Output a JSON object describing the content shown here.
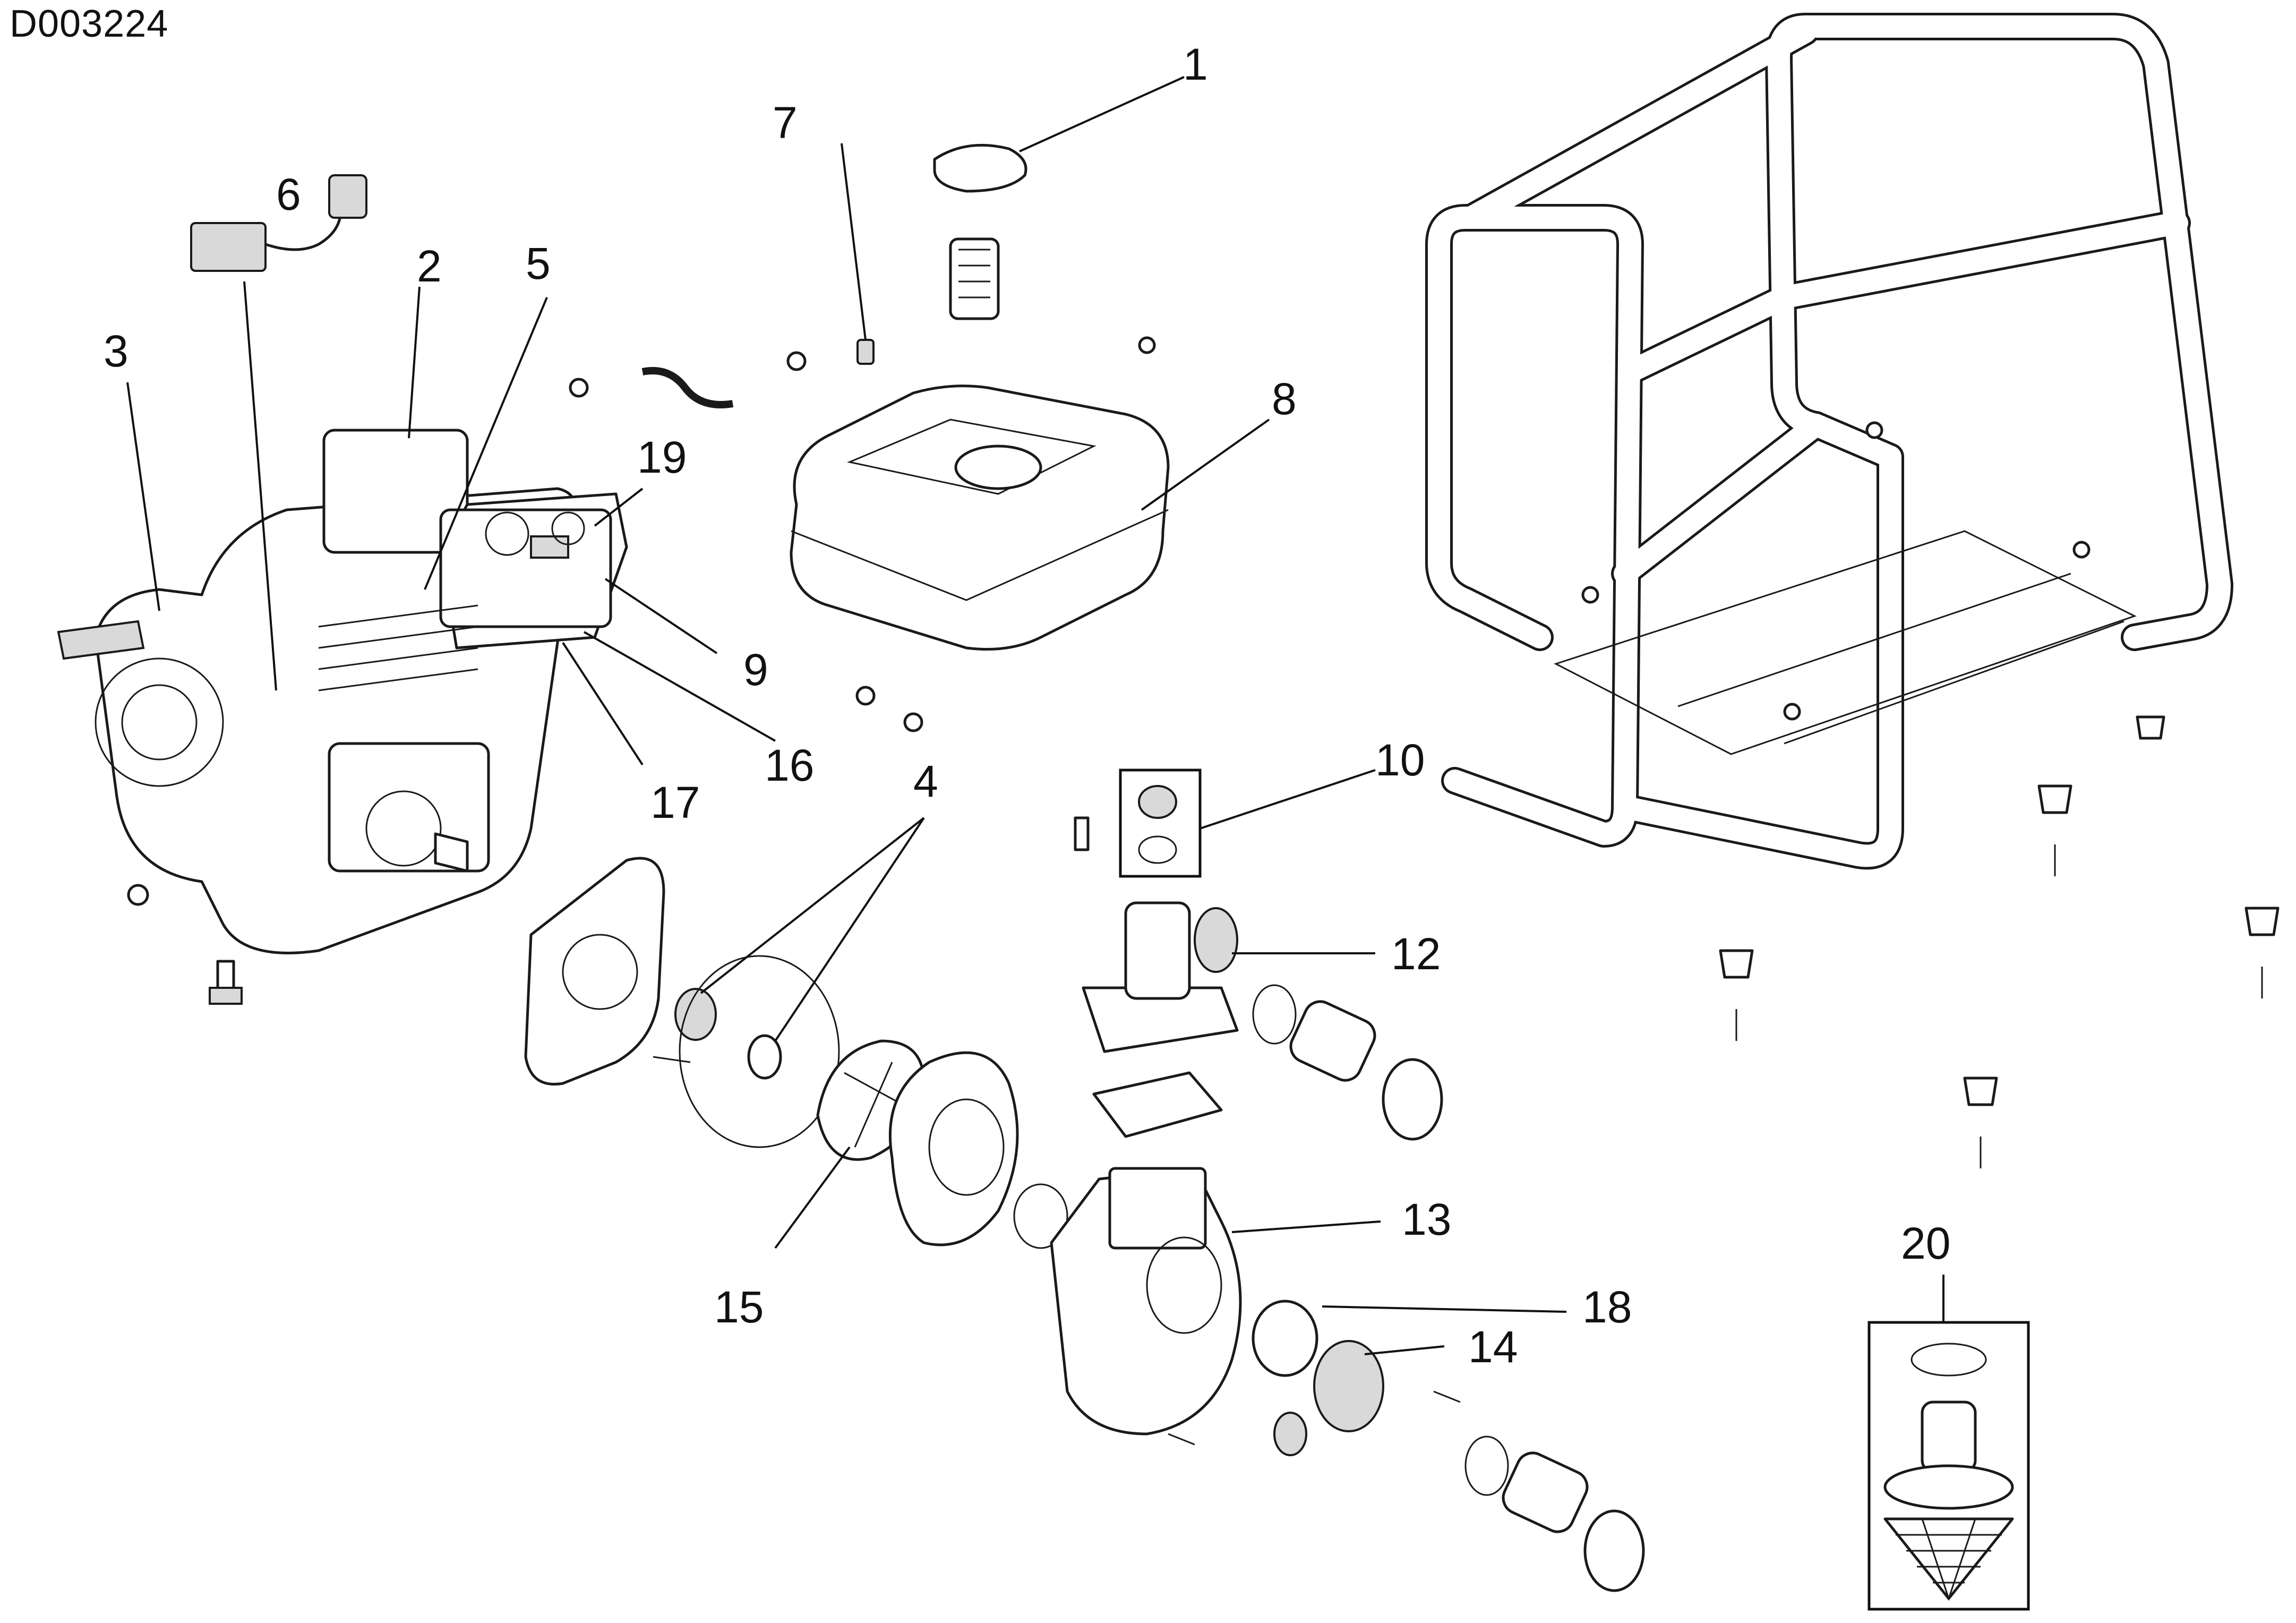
{
  "drawing_id": "D003224",
  "callouts": [
    {
      "label": "1"
    },
    {
      "label": "2"
    },
    {
      "label": "3"
    },
    {
      "label": "4"
    },
    {
      "label": "5"
    },
    {
      "label": "6"
    },
    {
      "label": "7"
    },
    {
      "label": "8"
    },
    {
      "label": "9"
    },
    {
      "label": "10"
    },
    {
      "label": "12"
    },
    {
      "label": "13"
    },
    {
      "label": "14"
    },
    {
      "label": "15"
    },
    {
      "label": "16"
    },
    {
      "label": "17"
    },
    {
      "label": "18"
    },
    {
      "label": "19"
    },
    {
      "label": "20"
    }
  ],
  "colors": {
    "line": "#1a1a1a",
    "background": "#ffffff",
    "shade": "#d9d9d9"
  }
}
